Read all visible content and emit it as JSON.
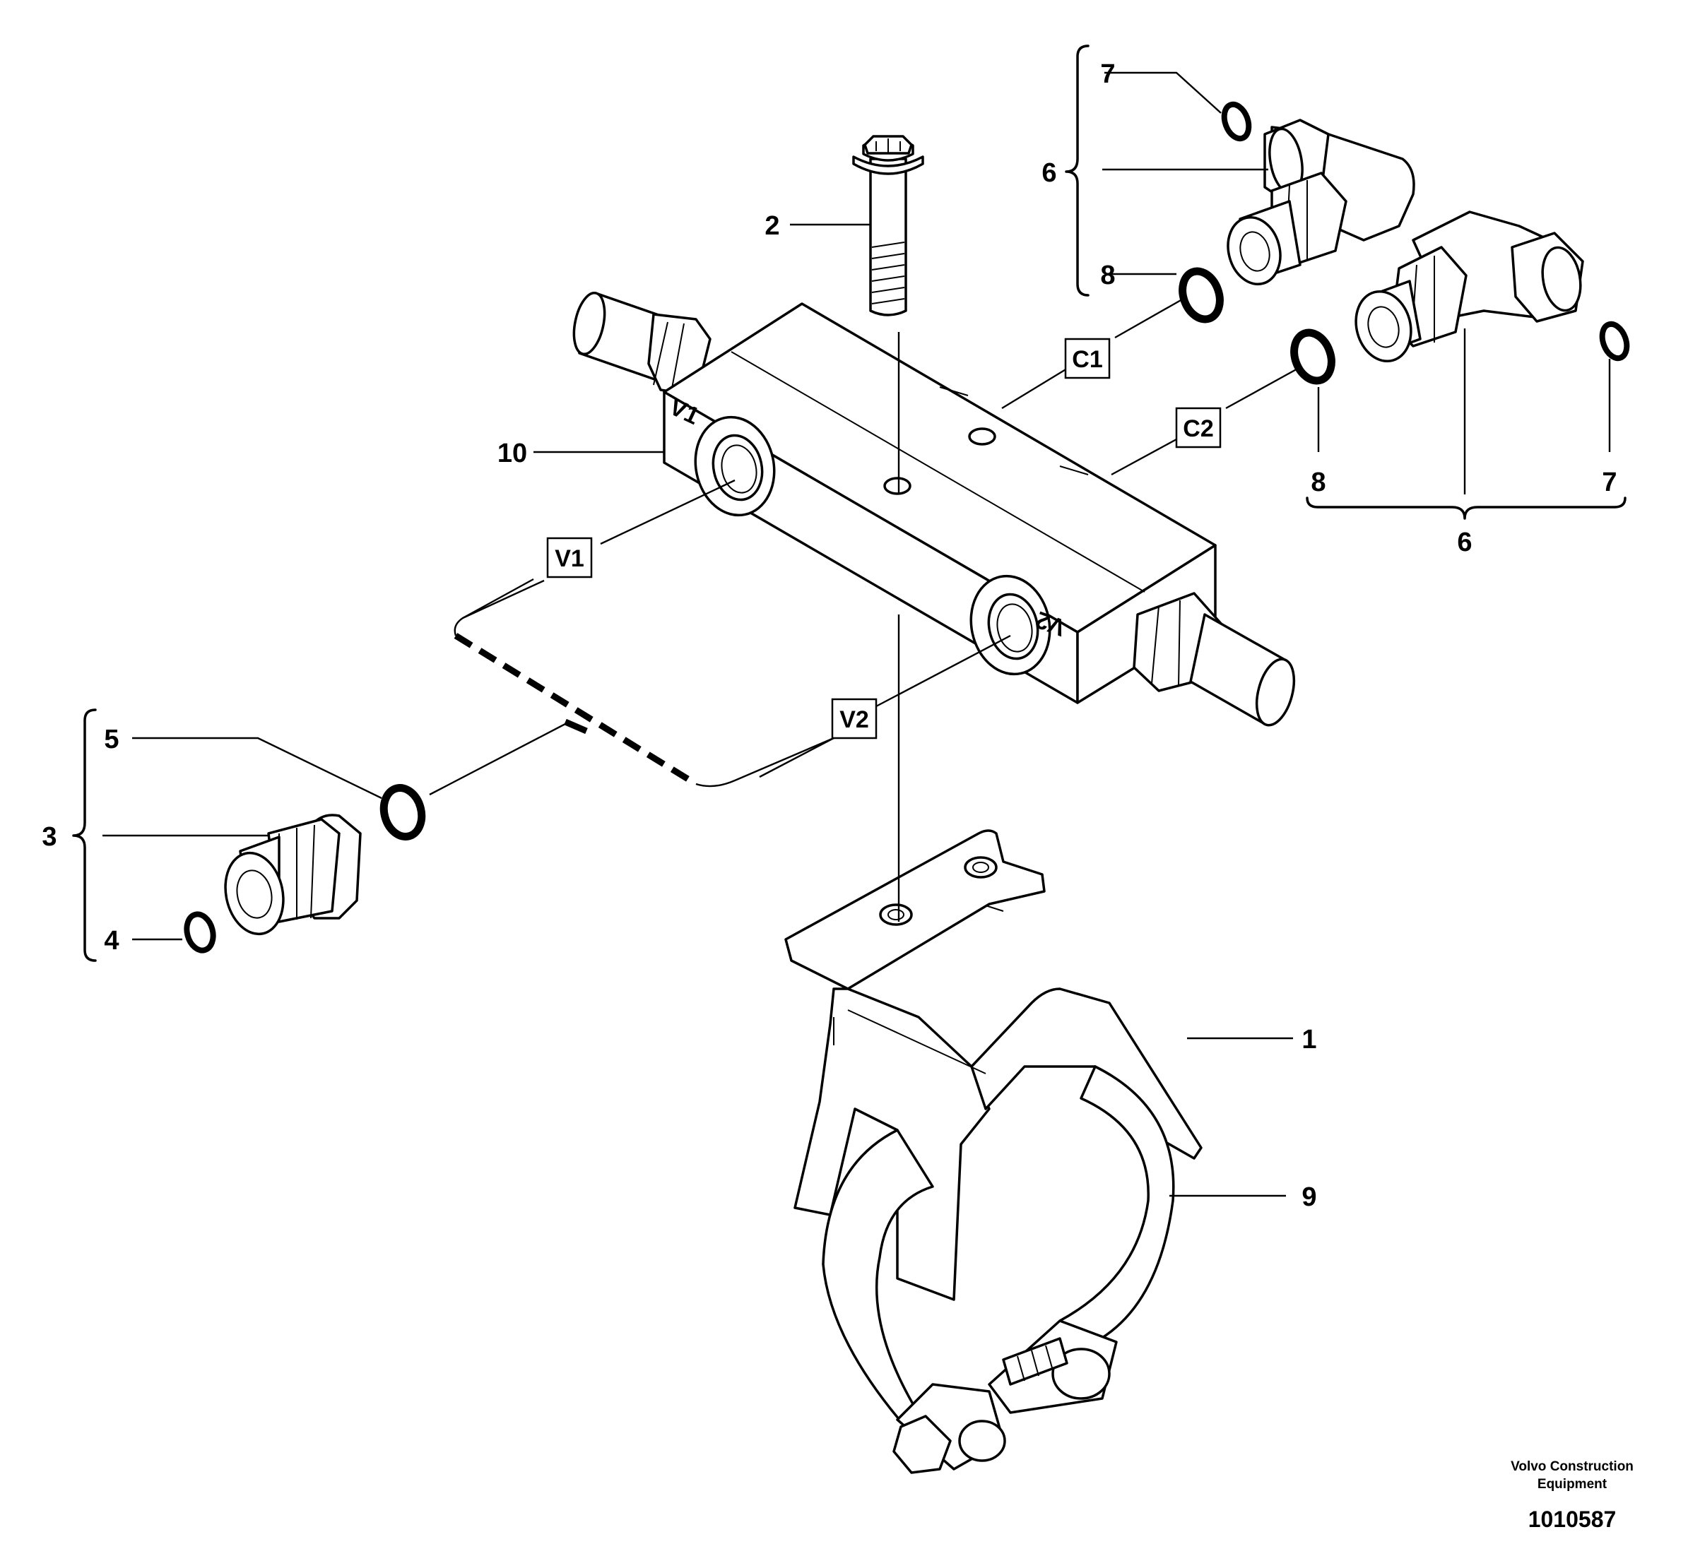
{
  "diagram": {
    "callouts": [
      {
        "key": "c1",
        "label": "1"
      },
      {
        "key": "c2",
        "label": "2"
      },
      {
        "key": "c3",
        "label": "3"
      },
      {
        "key": "c4",
        "label": "4"
      },
      {
        "key": "c5",
        "label": "5"
      },
      {
        "key": "c6a",
        "label": "6"
      },
      {
        "key": "c6b",
        "label": "6"
      },
      {
        "key": "c7a",
        "label": "7"
      },
      {
        "key": "c7b",
        "label": "7"
      },
      {
        "key": "c8a",
        "label": "8"
      },
      {
        "key": "c8b",
        "label": "8"
      },
      {
        "key": "c9",
        "label": "9"
      },
      {
        "key": "c10",
        "label": "10"
      }
    ],
    "ports": {
      "v1": "V1",
      "v2": "V2",
      "c1": "C1",
      "c2": "C2"
    },
    "block_markings": {
      "v1": "V1",
      "v2": "V2"
    }
  },
  "footer": {
    "company_line1": "Volvo Construction",
    "company_line2": "Equipment",
    "drawing_number": "1010587"
  }
}
